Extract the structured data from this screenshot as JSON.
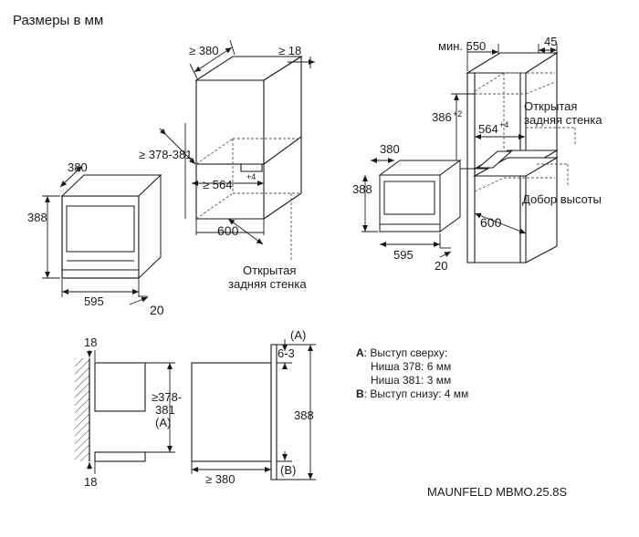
{
  "title": "Размеры в мм",
  "top_left_oven": {
    "width": "595",
    "height": "388",
    "depth": "380",
    "front": "20"
  },
  "top_left_niche": {
    "min_depth": "≥ 380",
    "side": "≥ 18",
    "height": "≥ 378-381",
    "width": "≥ 564",
    "width_plus": "+4",
    "outer_width": "600",
    "back_wall_note_l1": "Открытая",
    "back_wall_note_l2": "задняя стенка"
  },
  "top_right": {
    "min_label": "мин. 550",
    "top": "45",
    "height": "386",
    "height_plus": "+2",
    "width": "564",
    "width_plus": "+4",
    "back_wall_note_l1": "Открытая",
    "back_wall_note_l2": "задняя стенка",
    "height_add_note": "Добор высоты",
    "outer_width": "600",
    "oven_depth": "380",
    "oven_height": "388",
    "oven_width": "595",
    "oven_front": "20"
  },
  "section": {
    "top_gap": "18",
    "bottom_gap": "18",
    "niche_height_l1": "≥378-",
    "niche_height_l2": "381",
    "niche_height_l3": "(A)",
    "niche_depth": "≥ 380",
    "top_overhang": "6-3",
    "mark_a": "(A)",
    "mark_b": "(B)",
    "device_height": "388"
  },
  "legend": {
    "a_key": "A",
    "a_text": ": Выступ сверху:",
    "a_line1": "Ниша 378: 6 мм",
    "a_line2": "Ниша 381: 3 мм",
    "b_key": "B",
    "b_text": ": Выступ снизу:  4  мм"
  },
  "model": "MAUNFELD MBMO.25.8S"
}
